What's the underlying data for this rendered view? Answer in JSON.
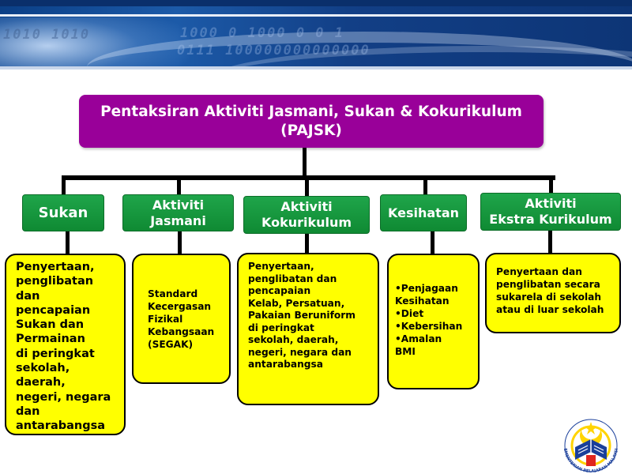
{
  "title": "Pentaksiran Aktiviti Jasmani, Sukan & Kokurikulum (PAJSK)",
  "banner": {
    "binary_left": "1010 1010",
    "binary_mid": "1000 0 1000 0 0 1",
    "binary_mid2": "0111 100000000000000"
  },
  "categories": [
    {
      "label": "Sukan",
      "detail": "Penyertaan,\npenglibatan\ndan\npencapaian\nSukan dan\nPermainan\ndi peringkat\nsekolah,\ndaerah,\nnegeri, negara\ndan\nantarabangsa"
    },
    {
      "label": "Aktiviti\nJasmani",
      "detail": "Standard\nKecergasan\nFizikal\nKebangsaan\n(SEGAK)"
    },
    {
      "label": "Aktiviti\nKokurikulum",
      "detail": "Penyertaan,\npenglibatan dan\npencapaian\nKelab, Persatuan,\nPakaian Beruniform\ndi peringkat\nsekolah, daerah,\nnegeri, negara dan\nantarabangsa"
    },
    {
      "label": "Kesihatan",
      "detail_items": [
        "Penjagaan\nKesihatan",
        "Diet",
        "Kebersihan",
        "Amalan\nBMI"
      ]
    },
    {
      "label": "Aktiviti\nEkstra Kurikulum",
      "detail": "Penyertaan dan\npenglibatan secara\nsukarela di sekolah\natau di luar sekolah"
    }
  ],
  "logo": {
    "text": "KEMENTERIAN PELAJARAN MALAYSIA"
  },
  "colors": {
    "title_bg": "#990099",
    "category_bg": "#128f38",
    "detail_bg": "#ffff00",
    "banner_bg": "#123f86"
  }
}
